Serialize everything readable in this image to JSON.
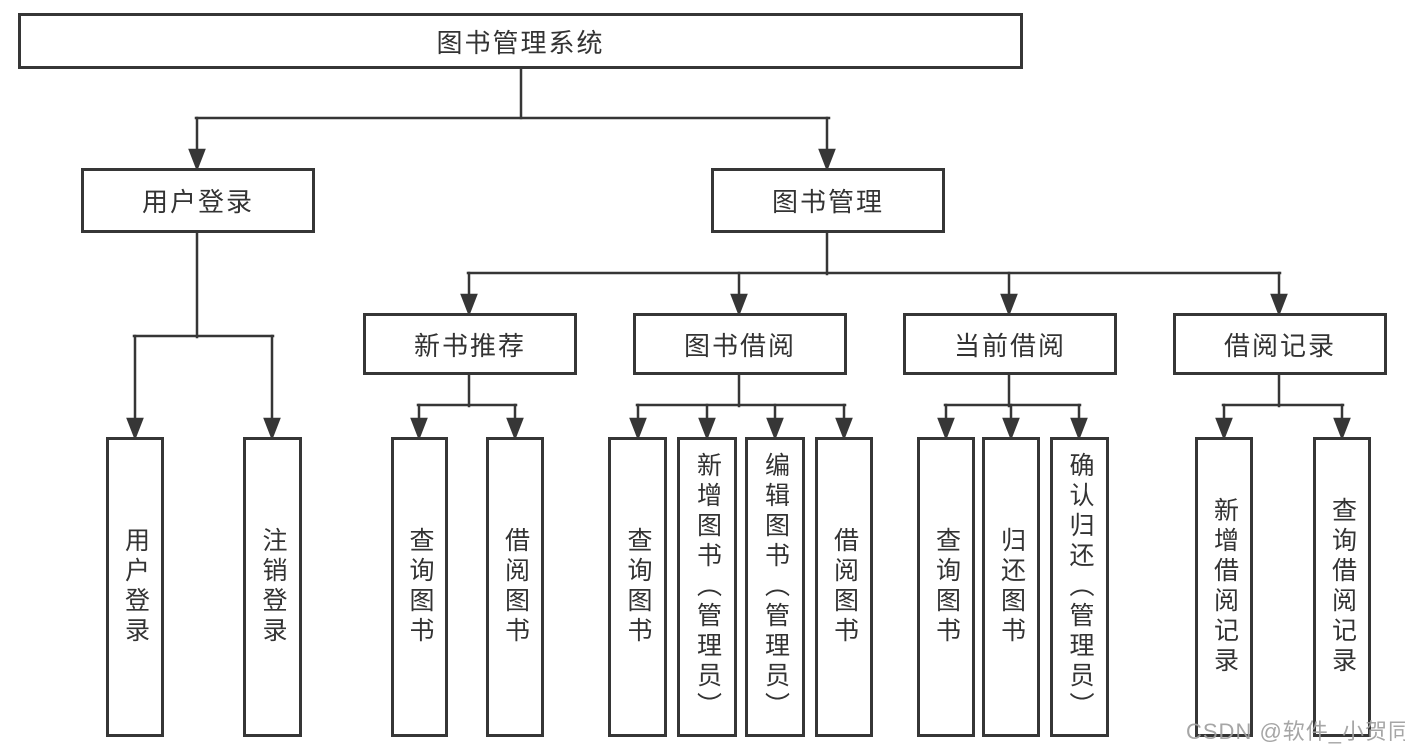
{
  "diagram": {
    "root": "图书管理系统",
    "branches": [
      {
        "label": "用户登录",
        "leaves": [
          "用户登录",
          "注销登录"
        ]
      },
      {
        "label": "图书管理",
        "sections": [
          {
            "label": "新书推荐",
            "leaves": [
              "查询图书",
              "借阅图书"
            ]
          },
          {
            "label": "图书借阅",
            "leaves": [
              "查询图书",
              "新增图书（管理员）",
              "编辑图书（管理员）",
              "借阅图书"
            ]
          },
          {
            "label": "当前借阅",
            "leaves": [
              "查询图书",
              "归还图书",
              "确认归还（管理员）"
            ]
          },
          {
            "label": "借阅记录",
            "leaves": [
              "新增借阅记录",
              "查询借阅记录"
            ]
          }
        ]
      }
    ]
  },
  "watermark": {
    "text": "CSDN @软件_小贺同学"
  },
  "colors": {
    "line": "#363636",
    "text": "#333333",
    "box_background": "#ffffff",
    "watermark": "#9e9e9e"
  }
}
